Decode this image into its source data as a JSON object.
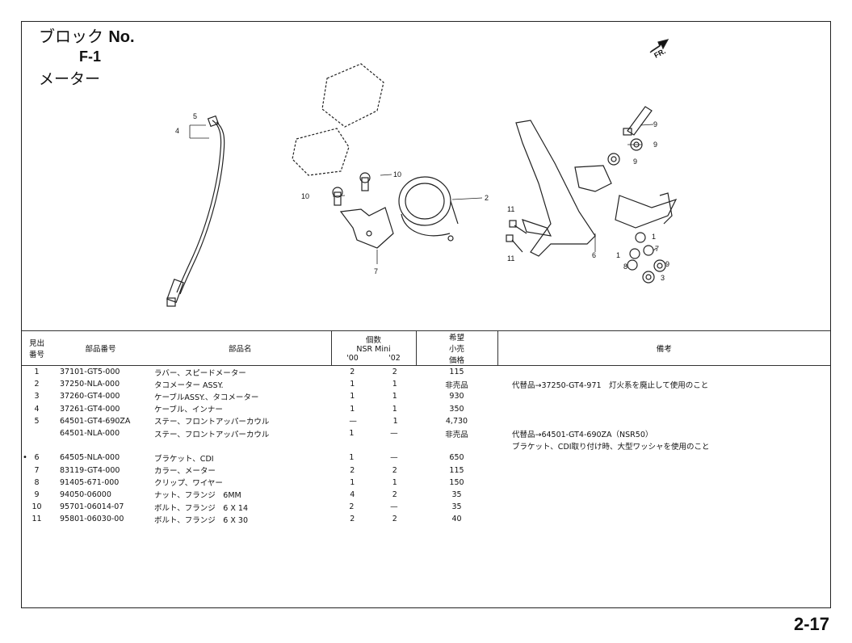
{
  "header": {
    "block_label": "ブロック",
    "block_no": "No.",
    "block_code": "F-1",
    "block_name": "メーター"
  },
  "diagram": {
    "direction_label": "FR.",
    "callouts": [
      "1",
      "1",
      "2",
      "3",
      "4",
      "5",
      "6",
      "7",
      "7",
      "8",
      "9",
      "9",
      "9",
      "9",
      "10",
      "10",
      "11",
      "11"
    ]
  },
  "table": {
    "headers": {
      "index": [
        "見出",
        "番号"
      ],
      "part_number": "部品番号",
      "part_name": "部品名",
      "qty": "個数",
      "model": "NSR Mini",
      "year_a": "'00",
      "year_b": "'02",
      "price": [
        "希望",
        "小売",
        "価格"
      ],
      "note": "備考"
    },
    "rows": [
      {
        "index": "1",
        "number": "37101-GT5-000",
        "name": "ラバー、スピードメーター",
        "qa": "2",
        "qb": "2",
        "price": "115",
        "note": ""
      },
      {
        "index": "2",
        "number": "37250-NLA-000",
        "name": "タコメーター ASSY.",
        "qa": "1",
        "qb": "1",
        "price": "非売品",
        "note": "代替品→37250-GT4-971　灯火系を廃止して使用のこと"
      },
      {
        "index": "3",
        "number": "37260-GT4-000",
        "name": "ケーブルASSY.、タコメーター",
        "qa": "1",
        "qb": "1",
        "price": "930",
        "note": ""
      },
      {
        "index": "4",
        "number": "37261-GT4-000",
        "name": "ケーブル、インナー",
        "qa": "1",
        "qb": "1",
        "price": "350",
        "note": ""
      },
      {
        "index": "5",
        "number": "64501-GT4-690ZA",
        "name": "ステー、フロントアッパーカウル",
        "qa": "—",
        "qb": "1",
        "price": "4,730",
        "note": ""
      },
      {
        "index": "",
        "number": "64501-NLA-000",
        "name": "ステー、フロントアッパーカウル",
        "qa": "1",
        "qb": "—",
        "price": "非売品",
        "note": "代替品→64501-GT4-690ZA（NSR50）"
      },
      {
        "index": "",
        "number": "",
        "name": "",
        "qa": "",
        "qb": "",
        "price": "",
        "note": "ブラケット、CDI取り付け時、大型ワッシャを使用のこと"
      },
      {
        "index": "6",
        "number": "64505-NLA-000",
        "name": "ブラケット、CDI",
        "qa": "1",
        "qb": "—",
        "price": "650",
        "note": ""
      },
      {
        "index": "7",
        "number": "83119-GT4-000",
        "name": "カラー、メーター",
        "qa": "2",
        "qb": "2",
        "price": "115",
        "note": ""
      },
      {
        "index": "8",
        "number": "91405-671-000",
        "name": "クリップ、ワイヤー",
        "qa": "1",
        "qb": "1",
        "price": "150",
        "note": ""
      },
      {
        "index": "9",
        "number": "94050-06000",
        "name": "ナット、フランジ　6MM",
        "qa": "4",
        "qb": "2",
        "price": "35",
        "note": ""
      },
      {
        "index": "10",
        "number": "95701-06014-07",
        "name": "ボルト、フランジ　6 X 14",
        "qa": "2",
        "qb": "—",
        "price": "35",
        "note": ""
      },
      {
        "index": "11",
        "number": "95801-06030-00",
        "name": "ボルト、フランジ　6 X 30",
        "qa": "2",
        "qb": "2",
        "price": "40",
        "note": ""
      }
    ]
  },
  "footer": {
    "bullet": "•",
    "page_number": "2-17"
  }
}
